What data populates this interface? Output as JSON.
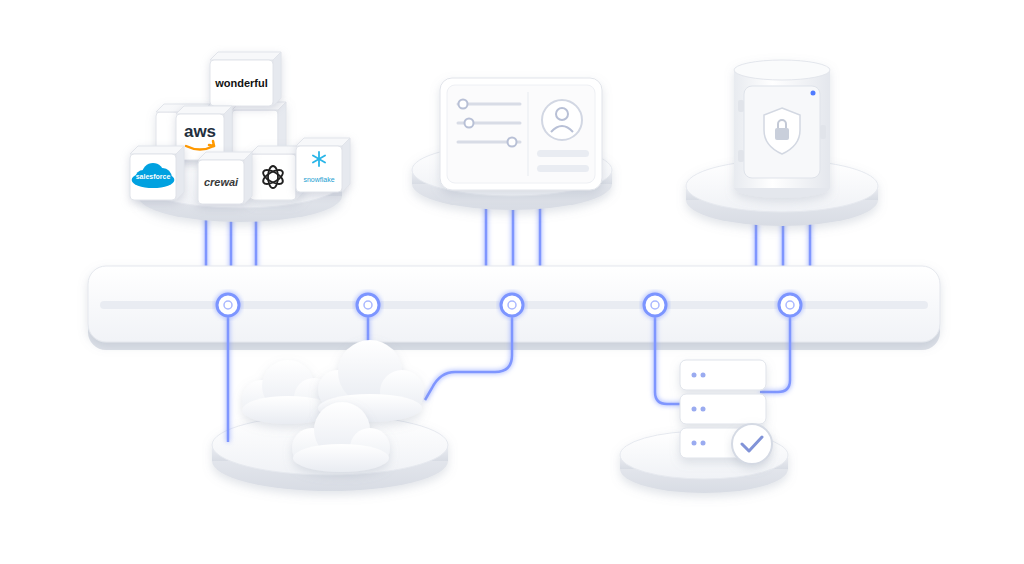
{
  "diagram": {
    "nodes": [
      {
        "text": [
          "wonderful"
        ]
      },
      {
        "text": [
          "aws"
        ]
      },
      {
        "text": [
          "salesforce"
        ]
      },
      {
        "text": [
          "crewai"
        ]
      },
      {
        "text": [
          "snowflake"
        ]
      }
    ]
  }
}
